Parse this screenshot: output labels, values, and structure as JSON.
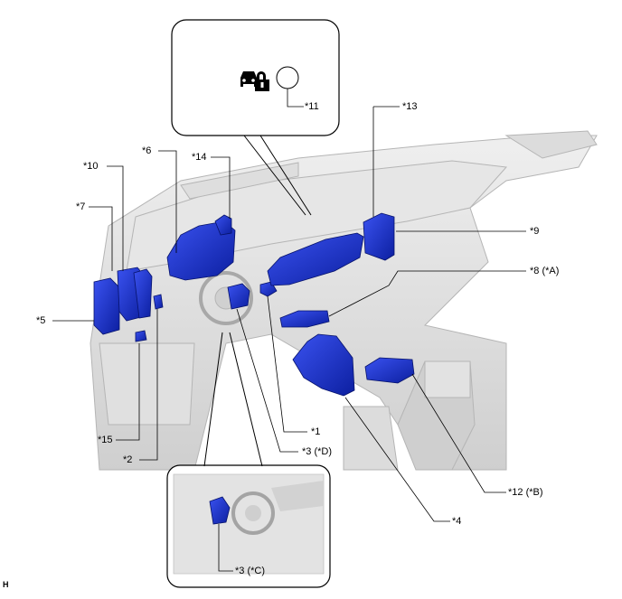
{
  "callouts": {
    "c1": "*1",
    "c2": "*2",
    "c3d": "*3 (*D)",
    "c3c": "*3 (*C)",
    "c4": "*4",
    "c5": "*5",
    "c6": "*6",
    "c7": "*7",
    "c8": "*8 (*A)",
    "c9": "*9",
    "c10": "*10",
    "c11": "*11",
    "c12": "*12 (*B)",
    "c13": "*13",
    "c14": "*14",
    "c15": "*15"
  },
  "corner_mark": "H",
  "icons": {
    "inset_icon": "car-lock-icon"
  },
  "colors": {
    "component_blue": "#1f33d6",
    "component_dark": "#0a1a8c",
    "interior_gray": "#d9d9d9",
    "outline": "#000000"
  }
}
